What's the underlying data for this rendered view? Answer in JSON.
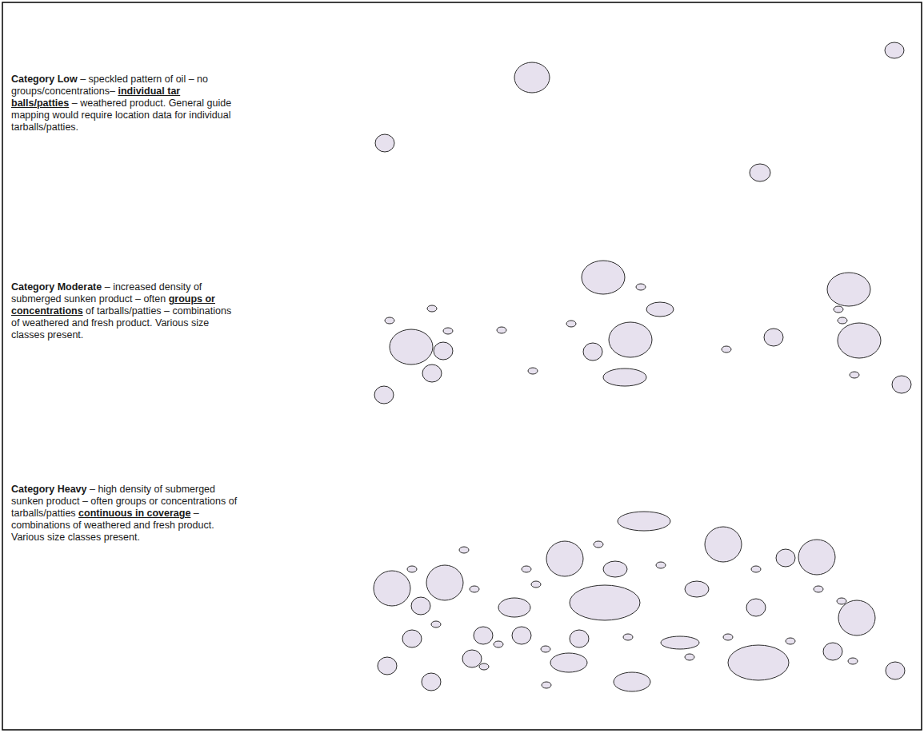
{
  "diagram": {
    "labels": [
      "Category Low",
      " – speckled pattern of oil – no groups/concentrations– ",
      "individual tar balls/patties",
      " – weathered product. General guide mapping would require location data for individual tarballs/patties.",
      "Category Moderate",
      " – increased density of submerged sunken product – often ",
      "groups or concentrations",
      " of tarballs/patties – combinations of weathered and fresh product. Various size classes present.",
      "Category Heavy",
      " – high density of submerged sunken product – often groups or concentrations of tarballs/patties ",
      "continuous in coverage",
      " – combinations of weathered and fresh product. Various size classes present."
    ]
  }
}
